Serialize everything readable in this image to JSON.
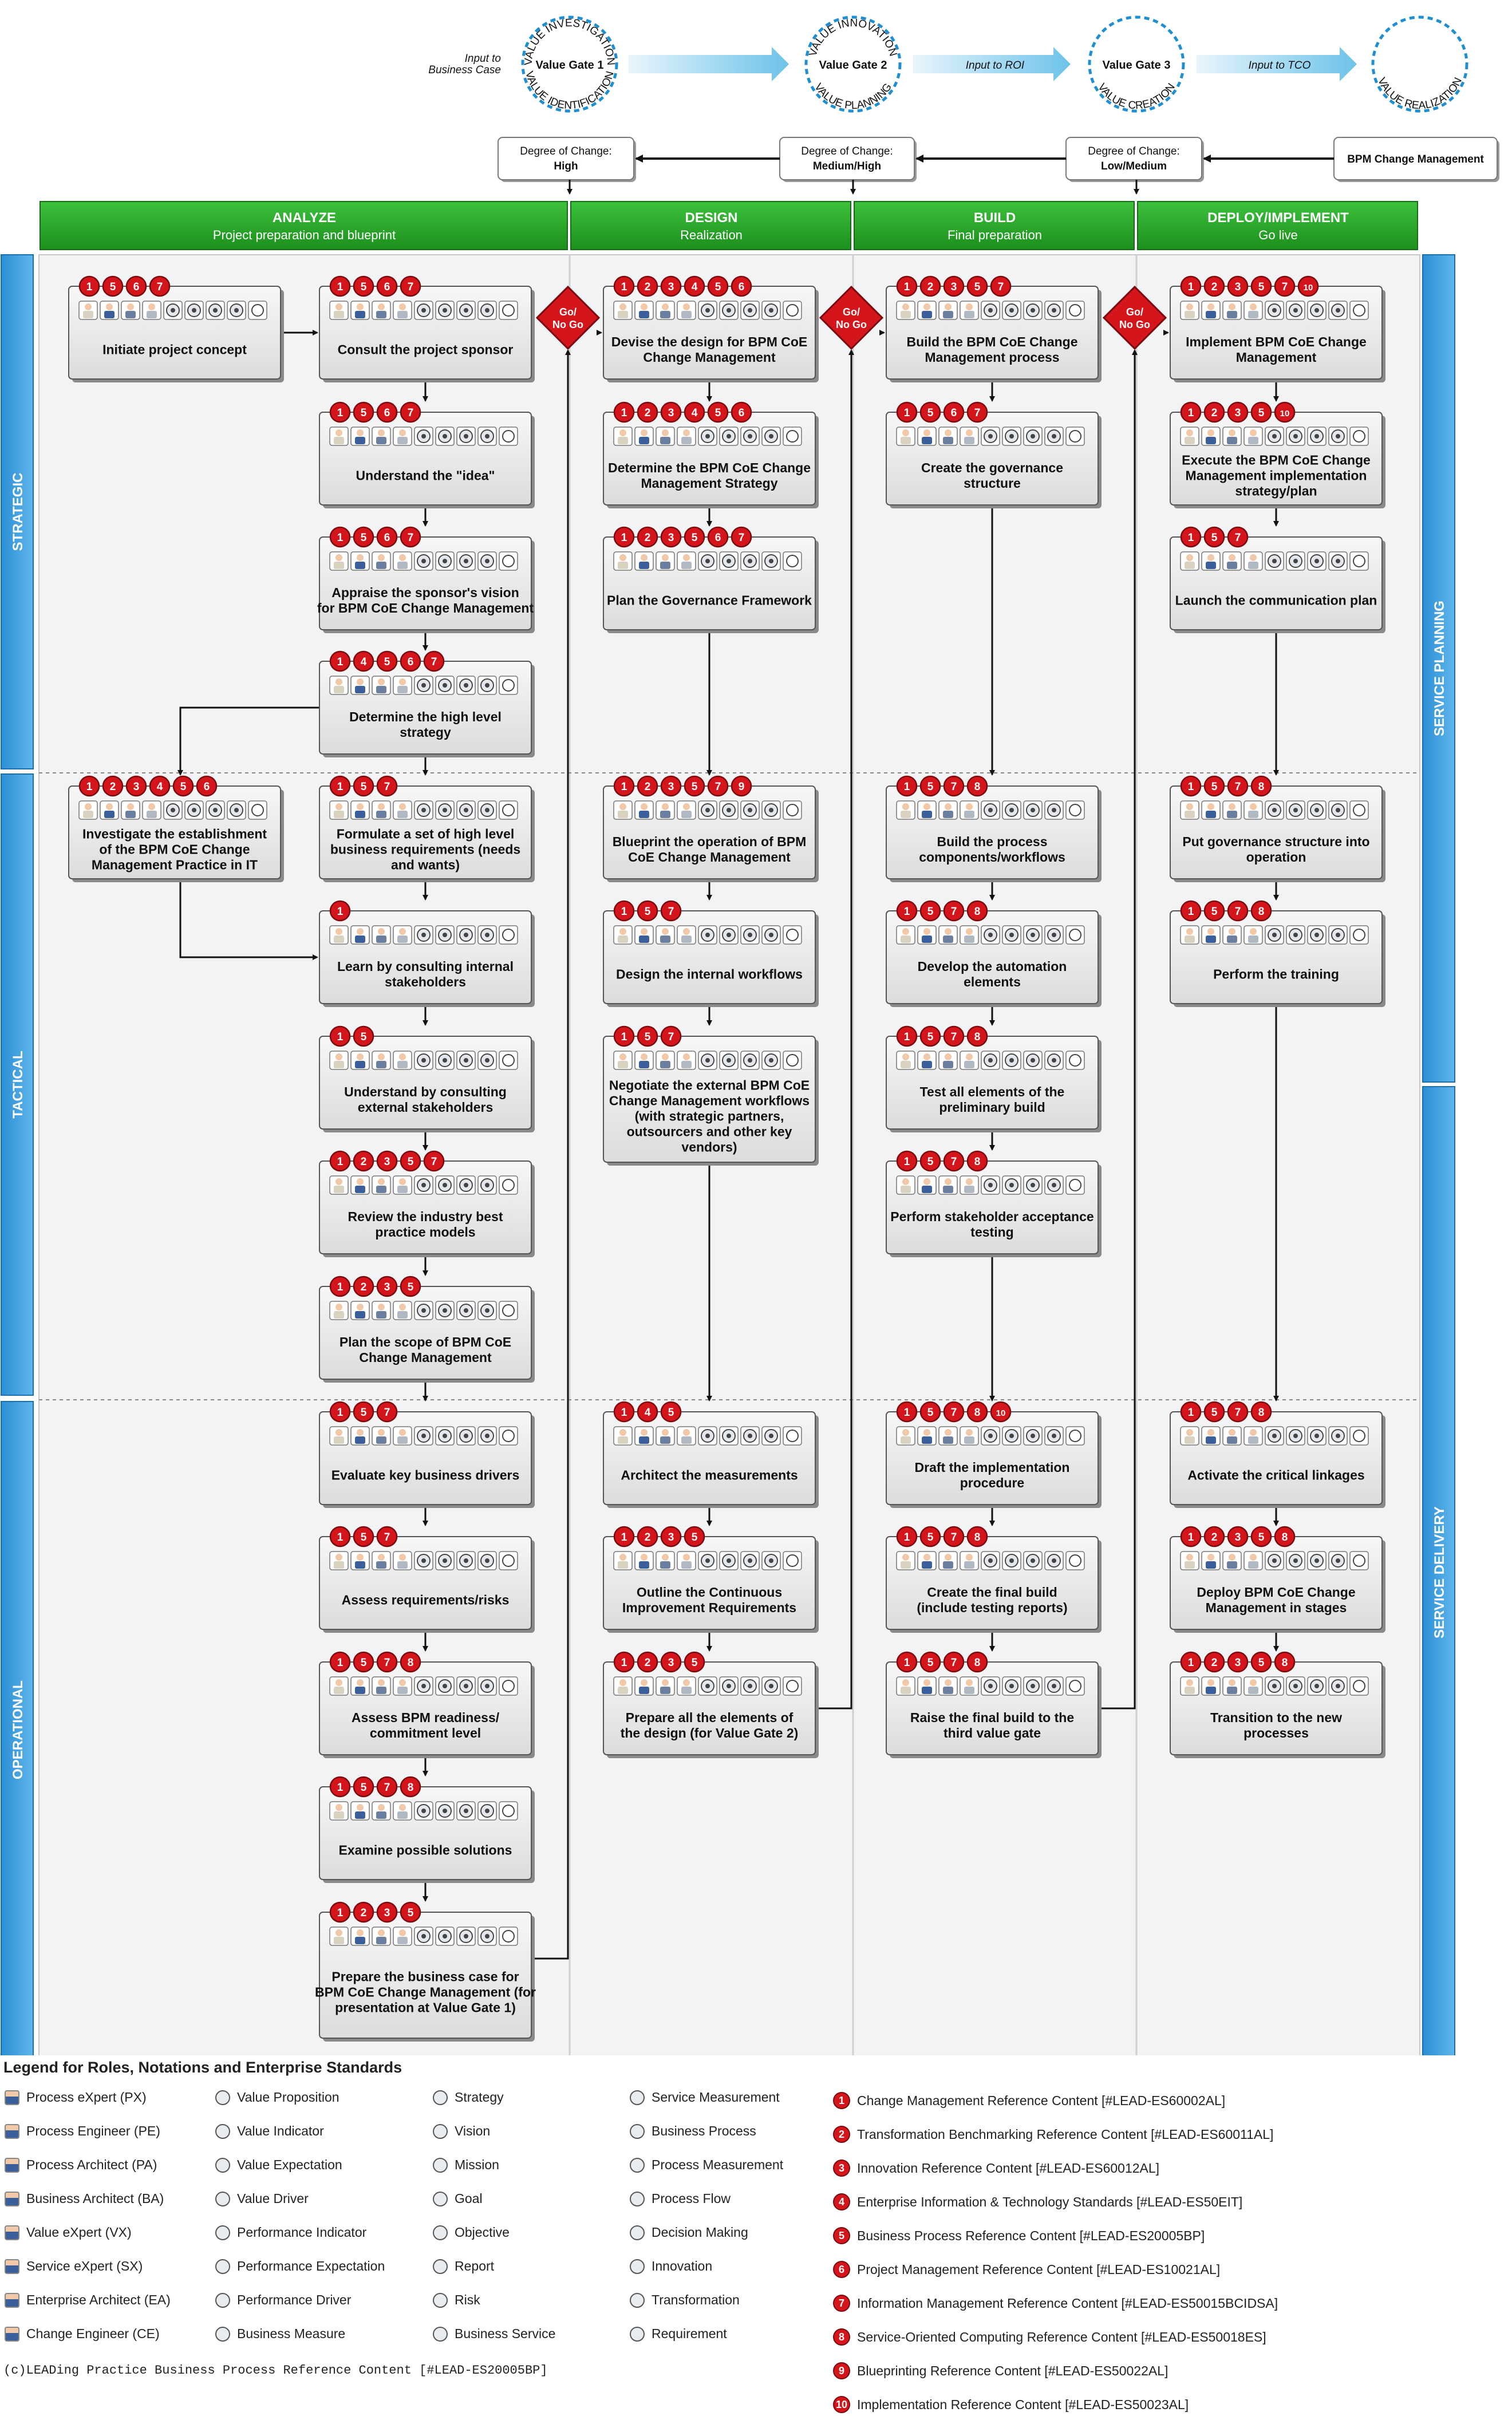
{
  "top": {
    "input_business_case": [
      "Input to",
      "Business Case"
    ],
    "input_roi": "Input to ROI",
    "input_tco": "Input to TCO",
    "gates": [
      {
        "label": "Value Gate 1",
        "arc_top": "VALUE INVESTIGATION",
        "arc_bottom": "VALUE IDENTIFICATION"
      },
      {
        "label": "Value Gate 2",
        "arc_top": "VALUE INNOVATION",
        "arc_bottom": "VALUE PLANNING"
      },
      {
        "label": "Value Gate 3",
        "arc_top": "",
        "arc_bottom": "VALUE CREATION"
      },
      {
        "label": "",
        "arc_top": "",
        "arc_bottom": "VALUE REALIZATION"
      }
    ],
    "change_boxes": [
      {
        "line1": "Degree of Change:",
        "line2": "High"
      },
      {
        "line1": "Degree of Change:",
        "line2": "Medium/High"
      },
      {
        "line1": "Degree of Change:",
        "line2": "Low/Medium"
      },
      {
        "line1": "BPM Change Management",
        "line2": ""
      }
    ]
  },
  "phases": [
    {
      "title": "ANALYZE",
      "subtitle": "Project preparation and blueprint"
    },
    {
      "title": "DESIGN",
      "subtitle": "Realization"
    },
    {
      "title": "BUILD",
      "subtitle": "Final preparation"
    },
    {
      "title": "DEPLOY/IMPLEMENT",
      "subtitle": "Go live"
    }
  ],
  "lanes": [
    "STRATEGIC",
    "TACTICAL",
    "OPERATIONAL"
  ],
  "right_bars": [
    "SERVICE PLANNING",
    "SERVICE DELIVERY"
  ],
  "gonogo": [
    "Go/",
    "No Go"
  ],
  "tasks": [
    {
      "id": "a0",
      "label": "Initiate project concept",
      "badges": [
        "1",
        "5",
        "6",
        "7"
      ]
    },
    {
      "id": "a1",
      "label": "Consult the project sponsor",
      "badges": [
        "1",
        "5",
        "6",
        "7"
      ]
    },
    {
      "id": "a2",
      "label": "Understand the \"idea\"",
      "badges": [
        "1",
        "5",
        "6",
        "7"
      ]
    },
    {
      "id": "a3",
      "label": "Appraise the sponsor's vision for BPM CoE Change Management",
      "badges": [
        "1",
        "5",
        "6",
        "7"
      ]
    },
    {
      "id": "a4",
      "label": "Determine the high level strategy",
      "badges": [
        "1",
        "4",
        "5",
        "6",
        "7"
      ]
    },
    {
      "id": "a5",
      "label": "Investigate the establishment of the BPM CoE Change Management Practice in IT",
      "badges": [
        "1",
        "2",
        "3",
        "4",
        "5",
        "6"
      ]
    },
    {
      "id": "a6",
      "label": "Formulate a set of high level business requirements (needs and wants)",
      "badges": [
        "1",
        "5",
        "7"
      ]
    },
    {
      "id": "a7",
      "label": "Learn by consulting internal stakeholders",
      "badges": [
        "1"
      ]
    },
    {
      "id": "a8",
      "label": "Understand by consulting external stakeholders",
      "badges": [
        "1",
        "5"
      ]
    },
    {
      "id": "a9",
      "label": "Review the industry best practice models",
      "badges": [
        "1",
        "2",
        "3",
        "5",
        "7"
      ]
    },
    {
      "id": "a10",
      "label": "Plan the scope of BPM CoE Change Management",
      "badges": [
        "1",
        "2",
        "3",
        "5"
      ]
    },
    {
      "id": "a11",
      "label": "Evaluate key business drivers",
      "badges": [
        "1",
        "5",
        "7"
      ]
    },
    {
      "id": "a12",
      "label": "Assess requirements/risks",
      "badges": [
        "1",
        "5",
        "7"
      ]
    },
    {
      "id": "a13",
      "label": "Assess BPM readiness/ commitment level",
      "badges": [
        "1",
        "5",
        "7",
        "8"
      ]
    },
    {
      "id": "a14",
      "label": "Examine possible solutions",
      "badges": [
        "1",
        "5",
        "7",
        "8"
      ]
    },
    {
      "id": "a15",
      "label": "Prepare the business case for BPM CoE Change Management (for presentation at Value Gate 1)",
      "badges": [
        "1",
        "2",
        "3",
        "5"
      ]
    },
    {
      "id": "d0",
      "label": "Devise the design for BPM CoE Change Management",
      "badges": [
        "1",
        "2",
        "3",
        "4",
        "5",
        "6"
      ]
    },
    {
      "id": "d1",
      "label": "Determine the BPM CoE Change Management Strategy",
      "badges": [
        "1",
        "2",
        "3",
        "4",
        "5",
        "6"
      ]
    },
    {
      "id": "d2",
      "label": "Plan the Governance Framework",
      "badges": [
        "1",
        "2",
        "3",
        "5",
        "6",
        "7"
      ]
    },
    {
      "id": "d3",
      "label": "Blueprint the operation of BPM CoE Change Management",
      "badges": [
        "1",
        "2",
        "3",
        "5",
        "7",
        "9"
      ]
    },
    {
      "id": "d4",
      "label": "Design the internal workflows",
      "badges": [
        "1",
        "5",
        "7"
      ]
    },
    {
      "id": "d5",
      "label": "Negotiate the external BPM CoE Change Management workflows (with strategic partners, outsourcers and other key vendors)",
      "badges": [
        "1",
        "5",
        "7"
      ]
    },
    {
      "id": "d6",
      "label": "Architect the measurements",
      "badges": [
        "1",
        "4",
        "5"
      ]
    },
    {
      "id": "d7",
      "label": "Outline the Continuous Improvement Requirements",
      "badges": [
        "1",
        "2",
        "3",
        "5"
      ]
    },
    {
      "id": "d8",
      "label": "Prepare all the elements of the design (for Value Gate 2)",
      "badges": [
        "1",
        "2",
        "3",
        "5"
      ]
    },
    {
      "id": "b0",
      "label": "Build the BPM CoE Change Management process",
      "badges": [
        "1",
        "2",
        "3",
        "5",
        "7"
      ]
    },
    {
      "id": "b1",
      "label": "Create the governance structure",
      "badges": [
        "1",
        "5",
        "6",
        "7"
      ]
    },
    {
      "id": "b2",
      "label": "Build the process components/workflows",
      "badges": [
        "1",
        "5",
        "7",
        "8"
      ]
    },
    {
      "id": "b3",
      "label": "Develop the automation elements",
      "badges": [
        "1",
        "5",
        "7",
        "8"
      ]
    },
    {
      "id": "b4",
      "label": "Test all elements of the preliminary build",
      "badges": [
        "1",
        "5",
        "7",
        "8"
      ]
    },
    {
      "id": "b5",
      "label": "Perform stakeholder acceptance testing",
      "badges": [
        "1",
        "5",
        "7",
        "8"
      ]
    },
    {
      "id": "b6",
      "label": "Draft the implementation procedure",
      "badges": [
        "1",
        "5",
        "7",
        "8",
        "10"
      ]
    },
    {
      "id": "b7",
      "label": "Create the final build (include testing reports)",
      "badges": [
        "1",
        "5",
        "7",
        "8"
      ]
    },
    {
      "id": "b8",
      "label": "Raise the final build to the third value gate",
      "badges": [
        "1",
        "5",
        "7",
        "8"
      ]
    },
    {
      "id": "p0",
      "label": "Implement BPM CoE Change Management",
      "badges": [
        "1",
        "2",
        "3",
        "5",
        "7",
        "10"
      ]
    },
    {
      "id": "p1",
      "label": "Execute the BPM CoE Change Management implementation strategy/plan",
      "badges": [
        "1",
        "2",
        "3",
        "5",
        "10"
      ]
    },
    {
      "id": "p2",
      "label": "Launch the communication plan",
      "badges": [
        "1",
        "5",
        "7"
      ]
    },
    {
      "id": "p3",
      "label": "Put governance structure into operation",
      "badges": [
        "1",
        "5",
        "7",
        "8"
      ]
    },
    {
      "id": "p4",
      "label": "Perform the training",
      "badges": [
        "1",
        "5",
        "7",
        "8"
      ]
    },
    {
      "id": "p5",
      "label": "Activate the critical linkages",
      "badges": [
        "1",
        "5",
        "7",
        "8"
      ]
    },
    {
      "id": "p6",
      "label": "Deploy BPM CoE Change Management in stages",
      "badges": [
        "1",
        "2",
        "3",
        "5",
        "8"
      ]
    },
    {
      "id": "p7",
      "label": "Transition to the new processes",
      "badges": [
        "1",
        "2",
        "3",
        "5",
        "8"
      ]
    }
  ],
  "legend": {
    "title": "Legend for Roles, Notations and Enterprise Standards",
    "roles": [
      "Process eXpert (PX)",
      "Process Engineer (PE)",
      "Process Architect (PA)",
      "Business Architect (BA)",
      "Value eXpert (VX)",
      "Service eXpert (SX)",
      "Enterprise Architect (EA)",
      "Change Engineer (CE)"
    ],
    "value": [
      "Value Proposition",
      "Value Indicator",
      "Value Expectation",
      "Value Driver",
      "Performance Indicator",
      "Performance Expectation",
      "Performance Driver",
      "Business Measure"
    ],
    "strategy": [
      "Strategy",
      "Vision",
      "Mission",
      "Goal",
      "Objective",
      "Report",
      "Risk",
      "Business Service"
    ],
    "service": [
      "Service Measurement",
      "Business Process",
      "Process Measurement",
      "Process Flow",
      "Decision Making",
      "Innovation",
      "Transformation",
      "Requirement"
    ],
    "standards": [
      {
        "num": "1",
        "text": "Change Management Reference Content [#LEAD-ES60002AL]"
      },
      {
        "num": "2",
        "text": "Transformation Benchmarking Reference Content [#LEAD-ES60011AL]"
      },
      {
        "num": "3",
        "text": "Innovation Reference Content [#LEAD-ES60012AL]"
      },
      {
        "num": "4",
        "text": "Enterprise Information & Technology Standards [#LEAD-ES50EIT]"
      },
      {
        "num": "5",
        "text": "Business Process Reference Content [#LEAD-ES20005BP]"
      },
      {
        "num": "6",
        "text": "Project Management Reference Content [#LEAD-ES10021AL]"
      },
      {
        "num": "7",
        "text": "Information Management Reference Content [#LEAD-ES50015BCIDSA]"
      },
      {
        "num": "8",
        "text": "Service-Oriented Computing Reference Content [#LEAD-ES50018ES]"
      },
      {
        "num": "9",
        "text": "Blueprinting Reference Content [#LEAD-ES50022AL]"
      },
      {
        "num": "10",
        "text": "Implementation Reference Content [#LEAD-ES50023AL]"
      }
    ],
    "footer": "(c)LEADing Practice Business Process Reference Content [#LEAD-ES20005BP]"
  }
}
